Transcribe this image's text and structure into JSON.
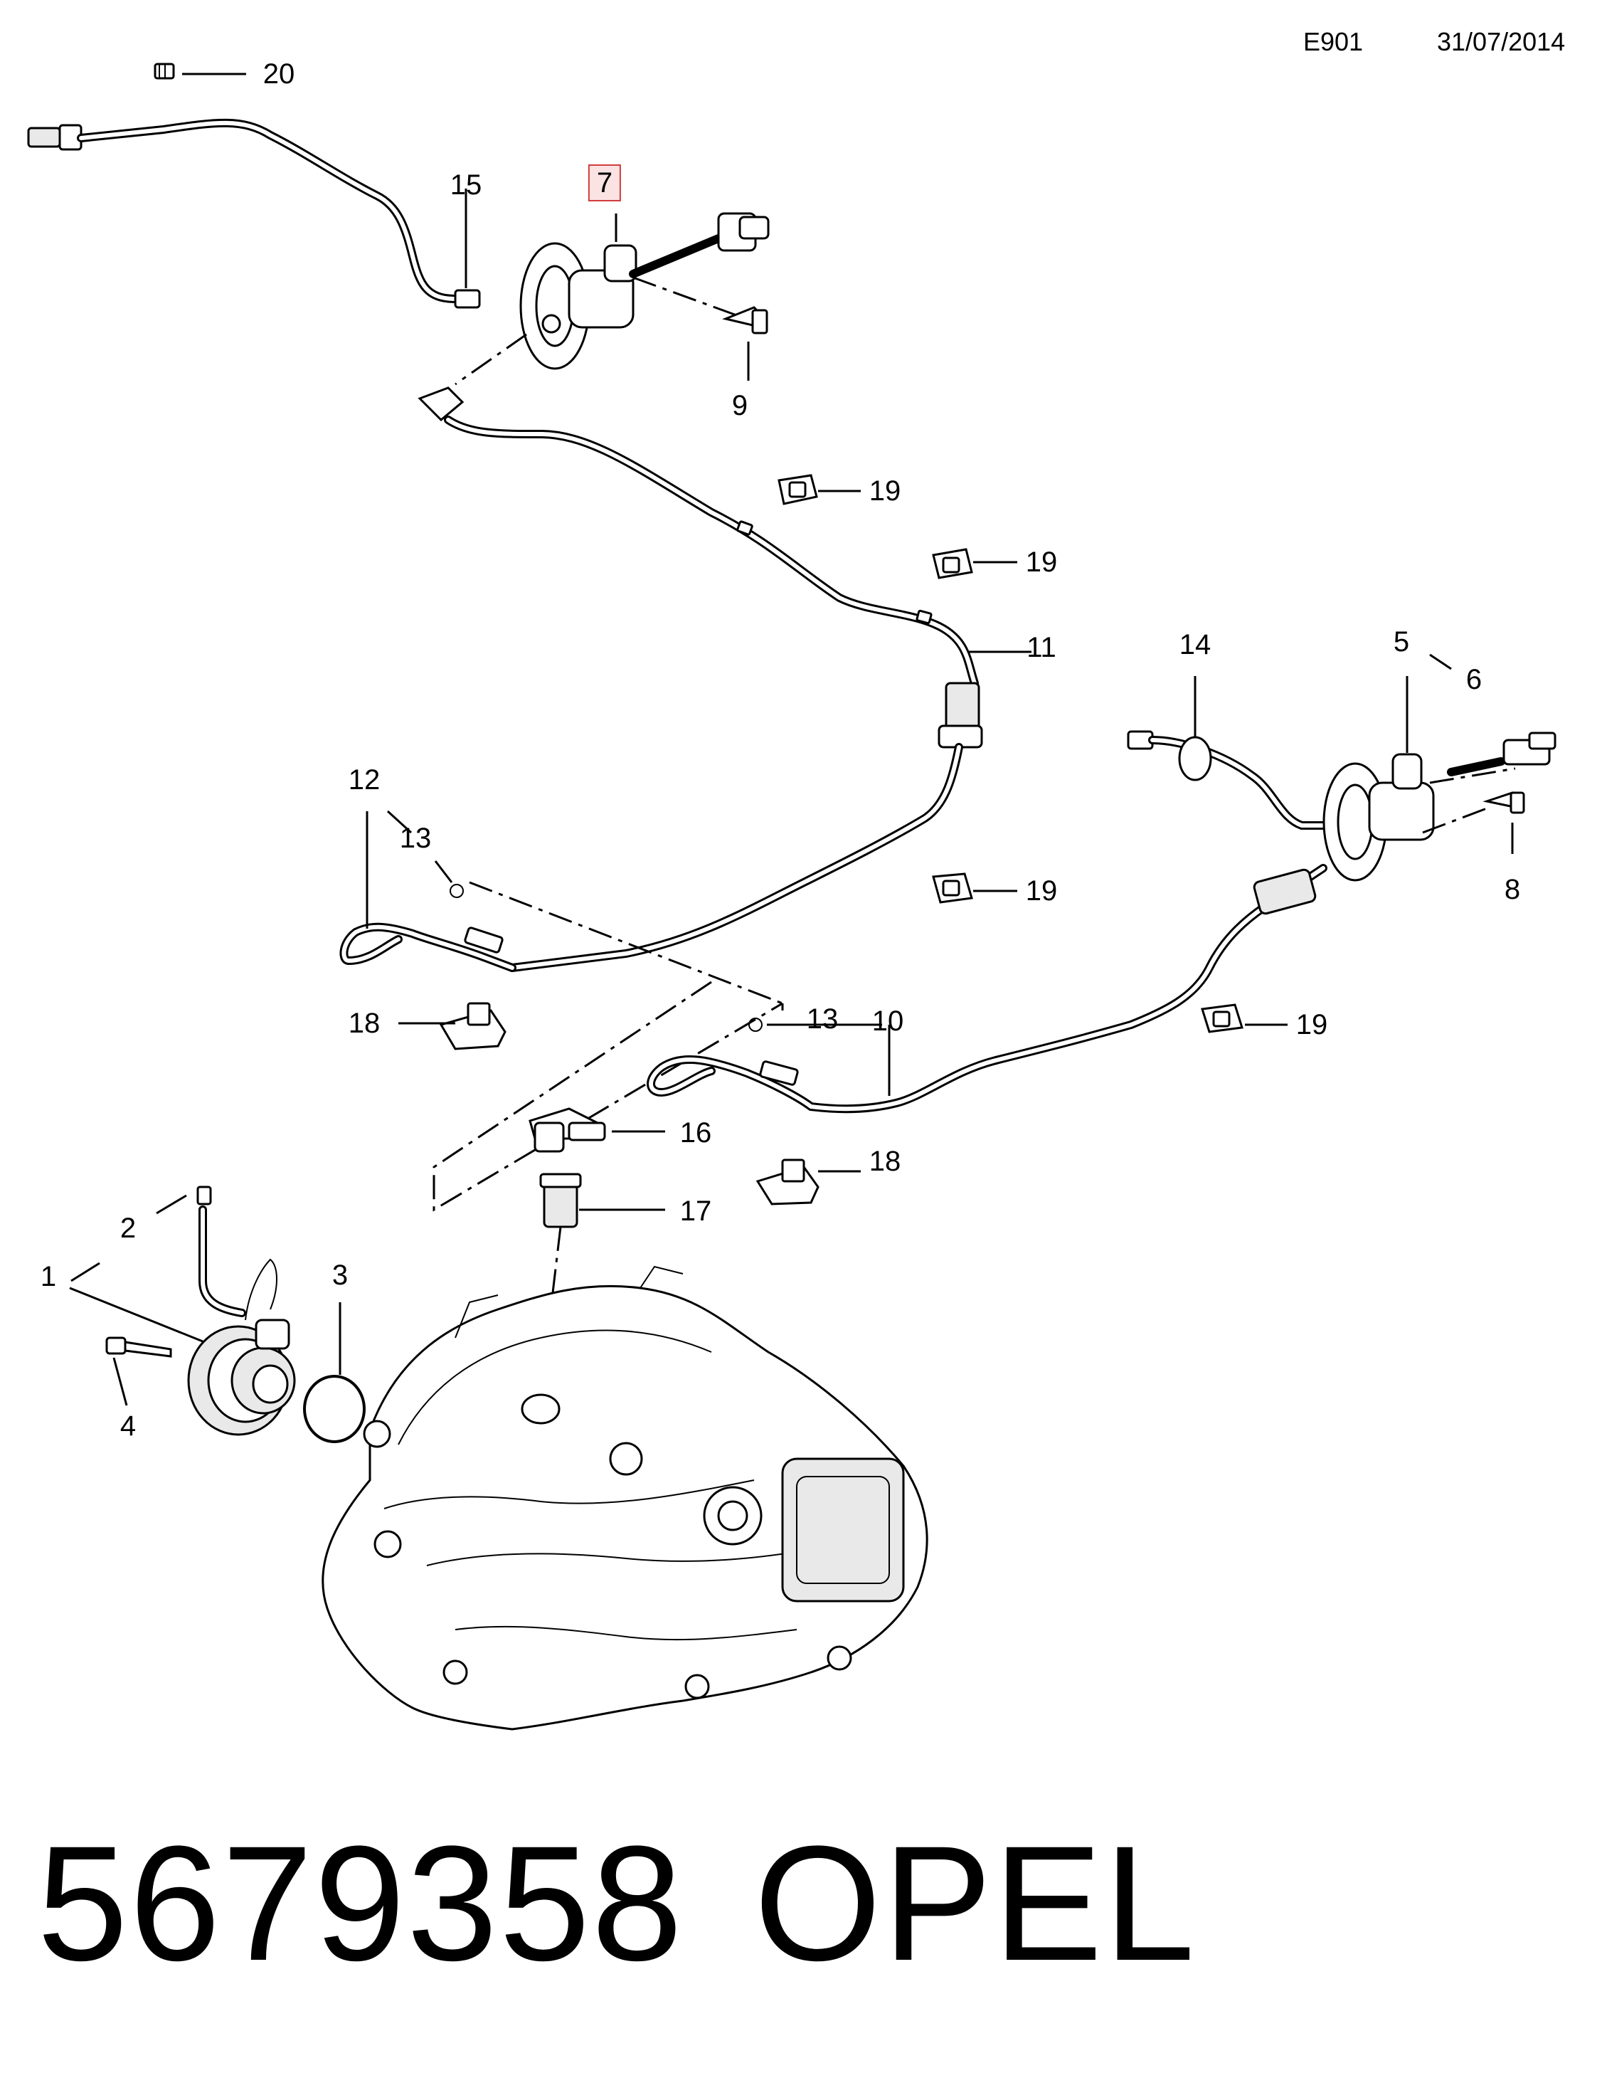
{
  "header": {
    "code": "E901",
    "date": "31/07/2014"
  },
  "callouts": [
    {
      "id": "20",
      "label": "20"
    },
    {
      "id": "15",
      "label": "15"
    },
    {
      "id": "7",
      "label": "7",
      "highlighted": true
    },
    {
      "id": "9",
      "label": "9"
    },
    {
      "id": "19a",
      "label": "19"
    },
    {
      "id": "19b",
      "label": "19"
    },
    {
      "id": "11",
      "label": "11"
    },
    {
      "id": "14",
      "label": "14"
    },
    {
      "id": "5",
      "label": "5"
    },
    {
      "id": "6",
      "label": "6"
    },
    {
      "id": "8",
      "label": "8"
    },
    {
      "id": "12",
      "label": "12"
    },
    {
      "id": "13a",
      "label": "13"
    },
    {
      "id": "19c",
      "label": "19"
    },
    {
      "id": "18a",
      "label": "18"
    },
    {
      "id": "13b",
      "label": "13"
    },
    {
      "id": "10",
      "label": "10"
    },
    {
      "id": "19d",
      "label": "19"
    },
    {
      "id": "16",
      "label": "16"
    },
    {
      "id": "18b",
      "label": "18"
    },
    {
      "id": "17",
      "label": "17"
    },
    {
      "id": "2",
      "label": "2"
    },
    {
      "id": "1",
      "label": "1"
    },
    {
      "id": "3",
      "label": "3"
    },
    {
      "id": "4",
      "label": "4"
    }
  ],
  "footer": {
    "part_number": "5679358",
    "brand": "OPEL"
  },
  "colors": {
    "highlight_border": "#d23c3c",
    "highlight_fill": "#fbe3e3"
  }
}
